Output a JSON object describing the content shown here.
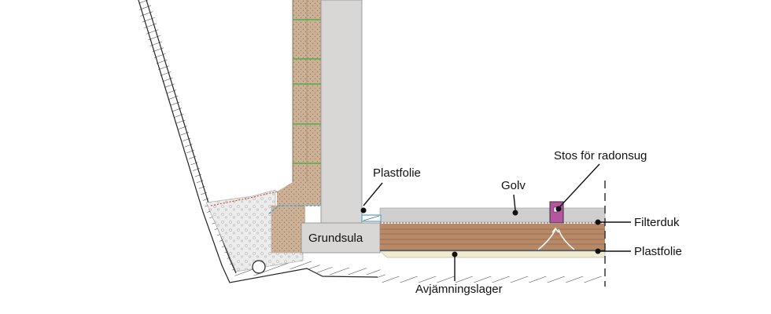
{
  "labels": {
    "plastfolie_wall": "Plastfolie",
    "golv": "Golv",
    "stos": "Stos för radonsug",
    "filterduk": "Filterduk",
    "grundsula": "Grundsula",
    "plastfolie_floor": "Plastfolie",
    "avjamningslager": "Avjämningslager"
  },
  "colors": {
    "concrete": "#d9d7d6",
    "floor_slab": "#cfcfcf",
    "insulation": "#cdb197",
    "gravel": "#e9e9e9",
    "leveling": "#f1ecd0",
    "radon_pipe": "#b4569f",
    "filter_line": "#c0392b",
    "drain_blue": "#4aa3c7",
    "green_tie": "#4caf50",
    "ground_hatch": "#222222"
  }
}
